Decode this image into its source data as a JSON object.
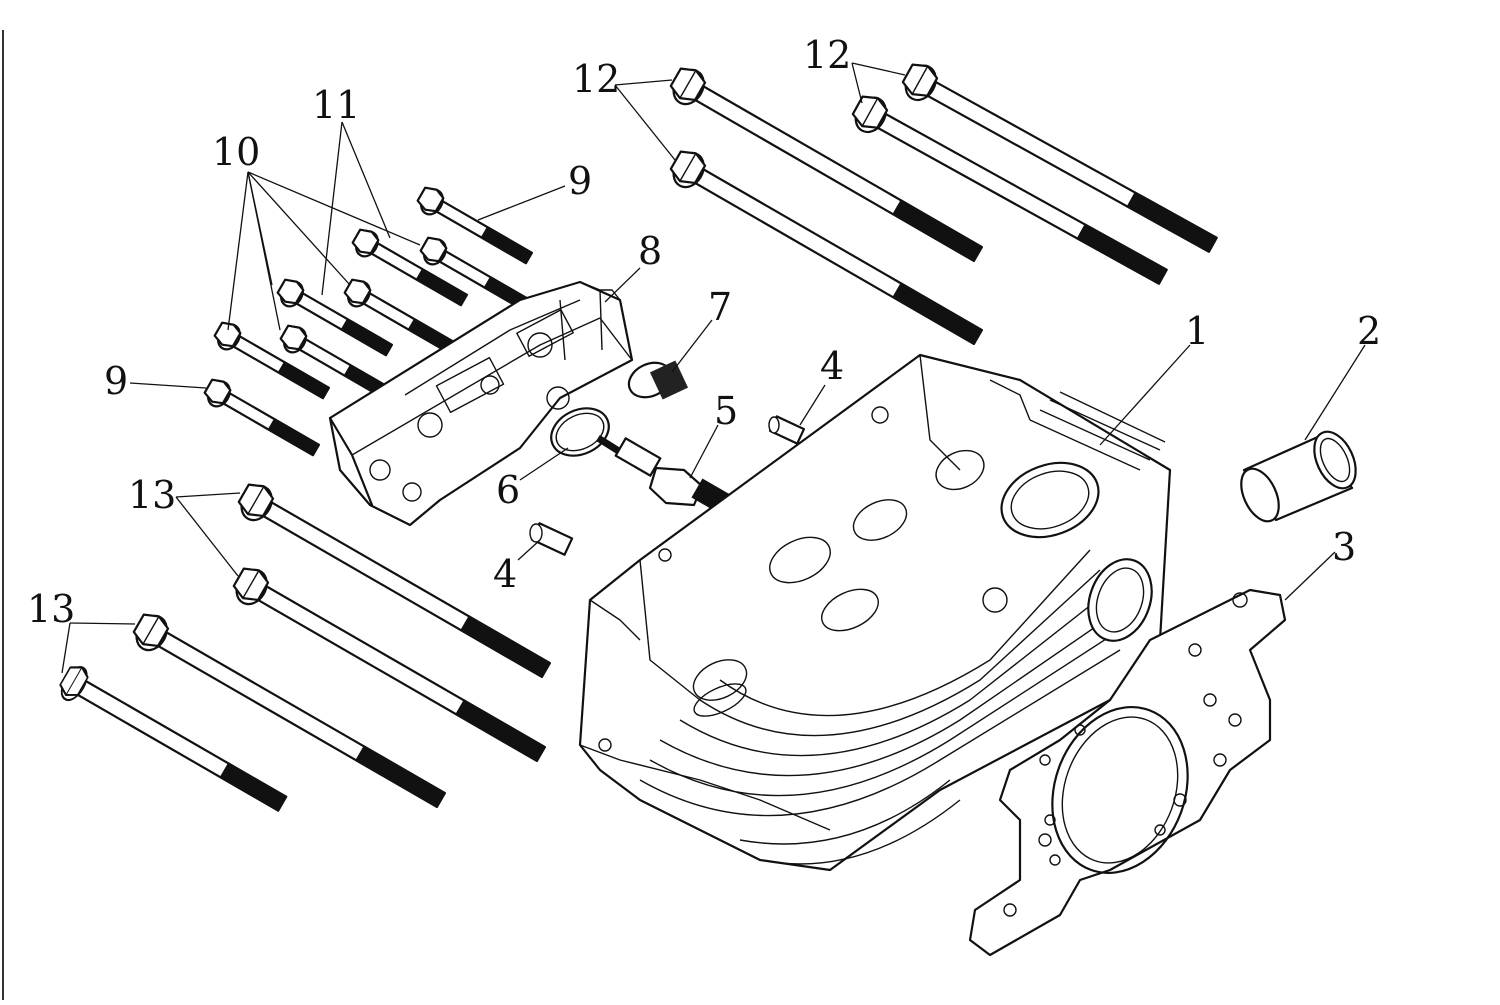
{
  "diagram": {
    "callouts": [
      {
        "id": "c1",
        "text": "1"
      },
      {
        "id": "c2",
        "text": "2"
      },
      {
        "id": "c3",
        "text": "3"
      },
      {
        "id": "c4a",
        "text": "4"
      },
      {
        "id": "c4b",
        "text": "4"
      },
      {
        "id": "c5",
        "text": "5"
      },
      {
        "id": "c6",
        "text": "6"
      },
      {
        "id": "c7",
        "text": "7"
      },
      {
        "id": "c8",
        "text": "8"
      },
      {
        "id": "c9a",
        "text": "9"
      },
      {
        "id": "c9b",
        "text": "9"
      },
      {
        "id": "c10",
        "text": "10"
      },
      {
        "id": "c11",
        "text": "11"
      },
      {
        "id": "c12a",
        "text": "12"
      },
      {
        "id": "c12b",
        "text": "12"
      },
      {
        "id": "c13a",
        "text": "13"
      },
      {
        "id": "c13b",
        "text": "13"
      }
    ]
  }
}
